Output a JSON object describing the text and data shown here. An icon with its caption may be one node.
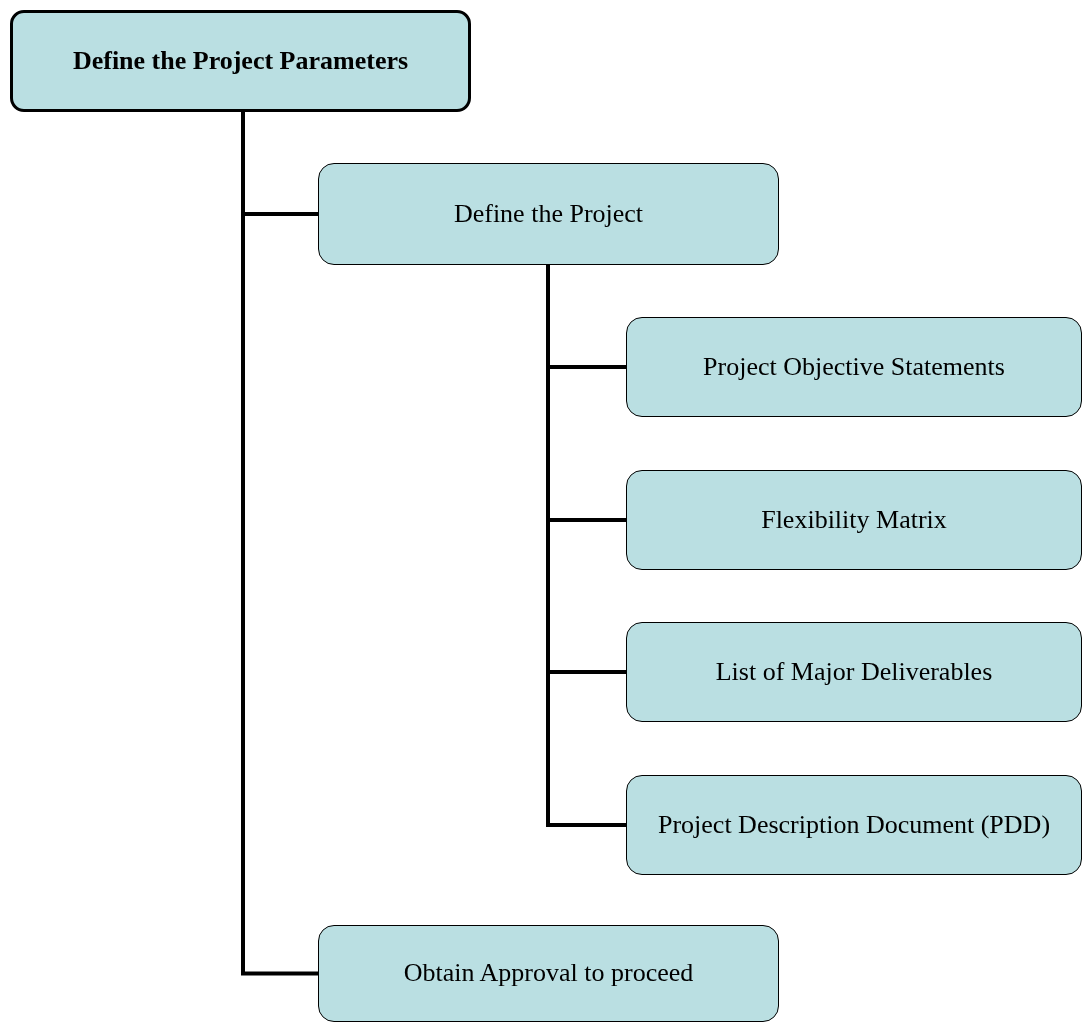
{
  "diagram": {
    "nodes": [
      {
        "text": [
          "Define the Project Parameters"
        ]
      },
      {
        "text": [
          "Define the Project"
        ]
      },
      {
        "text": [
          "Project Objective Statements"
        ]
      },
      {
        "text": [
          "Flexibility Matrix"
        ]
      },
      {
        "text": [
          "List of Major Deliverables"
        ]
      },
      {
        "text": [
          "Project Description Document (PDD)"
        ]
      },
      {
        "text": [
          "Obtain Approval to proceed"
        ]
      }
    ],
    "edges": [
      {
        "from": 0,
        "to": 1,
        "arrow": "none"
      },
      {
        "from": 1,
        "to": 2,
        "arrow": "none"
      },
      {
        "from": 1,
        "to": 3,
        "arrow": "none"
      },
      {
        "from": 1,
        "to": 4,
        "arrow": "none"
      },
      {
        "from": 1,
        "to": 5,
        "arrow": "none"
      },
      {
        "from": 0,
        "to": 6,
        "arrow": "none"
      }
    ]
  }
}
